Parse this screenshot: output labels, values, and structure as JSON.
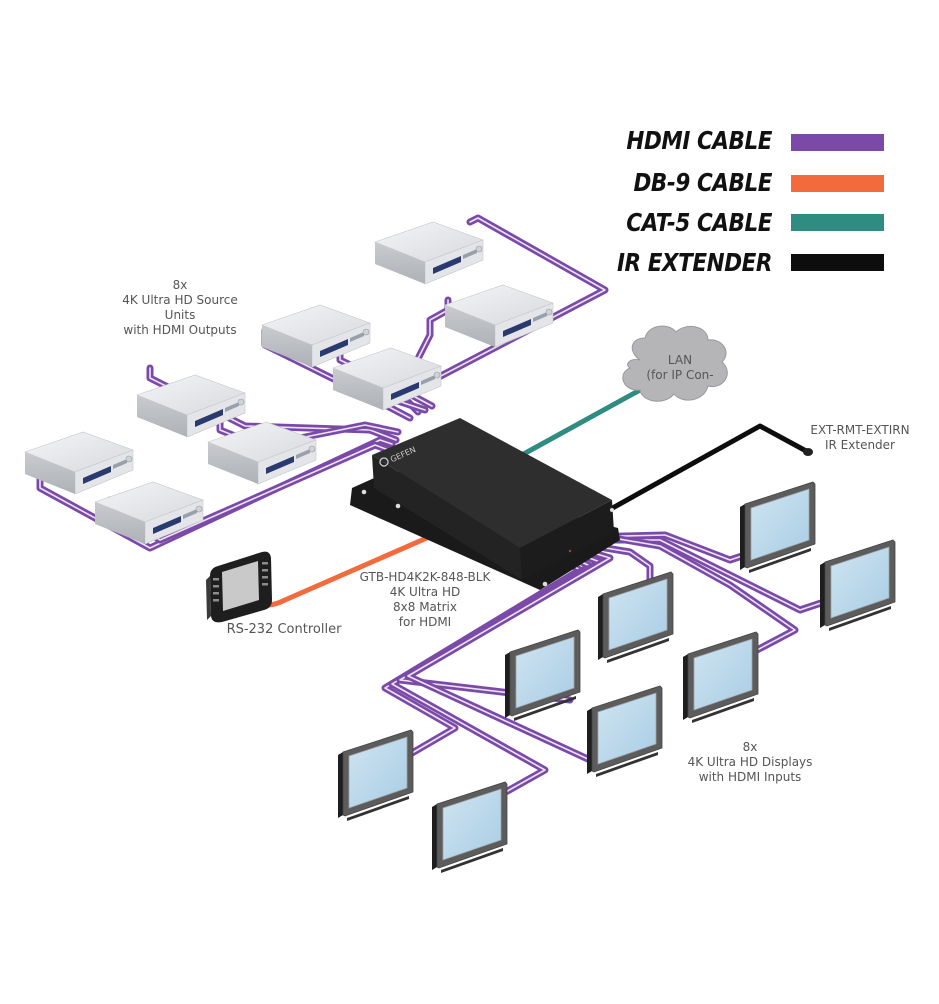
{
  "legend": [
    {
      "label": "HDMI CABLE",
      "color": "#7b4aa8"
    },
    {
      "label": "DB-9 CABLE",
      "color": "#f26b3c"
    },
    {
      "label": "CAT-5 CABLE",
      "color": "#2e8c80"
    },
    {
      "label": "IR EXTENDER",
      "color": "#0d0d0d"
    }
  ],
  "captions": {
    "sources": [
      "8x",
      "4K Ultra HD Source",
      "Units",
      "with HDMI Outputs"
    ],
    "lan": [
      "LAN",
      "(for IP Con-"
    ],
    "ir": [
      "EXT-RMT-EXTIRN",
      "IR Extender"
    ],
    "matrix": [
      "GTB-HD4K2K-848-BLK",
      "4K Ultra HD",
      "8x8 Matrix",
      "for HDMI"
    ],
    "controller": "RS-232 Controller",
    "displays": [
      "8x",
      "4K Ultra HD Displays",
      "with HDMI Inputs"
    ]
  },
  "matrix_brand": "GEFEN",
  "colors": {
    "hdmi": "#7b4aa8",
    "db9": "#f26b3c",
    "cat5": "#2e8c80",
    "ir": "#0d0d0d",
    "device_body": "#2a2a2a",
    "screen": "#bcd8ea",
    "cloud": "#b5b5b7"
  }
}
